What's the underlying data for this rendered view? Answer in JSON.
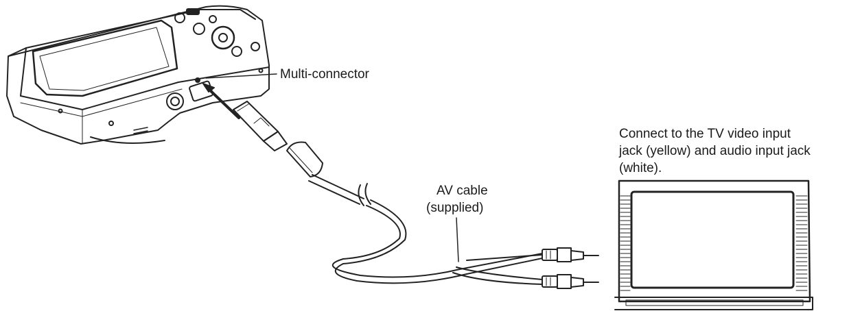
{
  "labels": {
    "multi_connector": "Multi-connector",
    "av_cable_line1": "AV cable",
    "av_cable_line2": "(supplied)",
    "tv_note_line1": "Connect to the TV video input",
    "tv_note_line2": "jack (yellow) and audio input jack",
    "tv_note_line3": "(white)."
  },
  "icons": {
    "camera": "digital-camera-icon",
    "tv": "television-icon",
    "cable": "av-cable-icon"
  },
  "colors": {
    "line": "#222222",
    "text": "#1a1a1a",
    "background": "#ffffff"
  }
}
